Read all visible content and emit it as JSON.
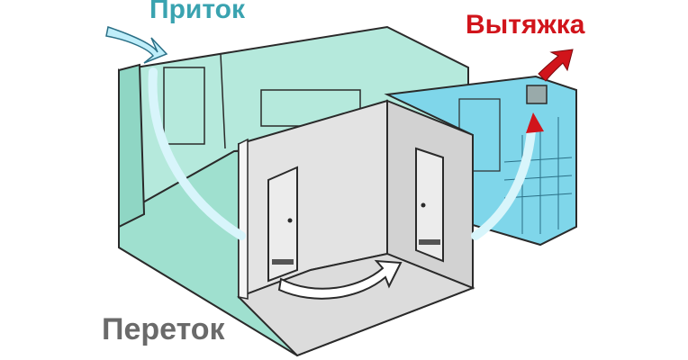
{
  "labels": {
    "supply": "Приток",
    "exhaust": "Вытяжка",
    "overflow": "Переток"
  },
  "colors": {
    "supply": "#3aa3b0",
    "exhaust": "#d1141b",
    "overflow": "#6a6a6a",
    "bedroom_fill": "#9fe0cf",
    "bathroom_fill": "#7fd6ea",
    "hall_fill": "#dcdcdc",
    "outline": "#2a2a2a",
    "supply_arrow": "#bfeefa",
    "overflow_arrow": "#ffffff",
    "exhaust_arrow": "#d1141b"
  }
}
